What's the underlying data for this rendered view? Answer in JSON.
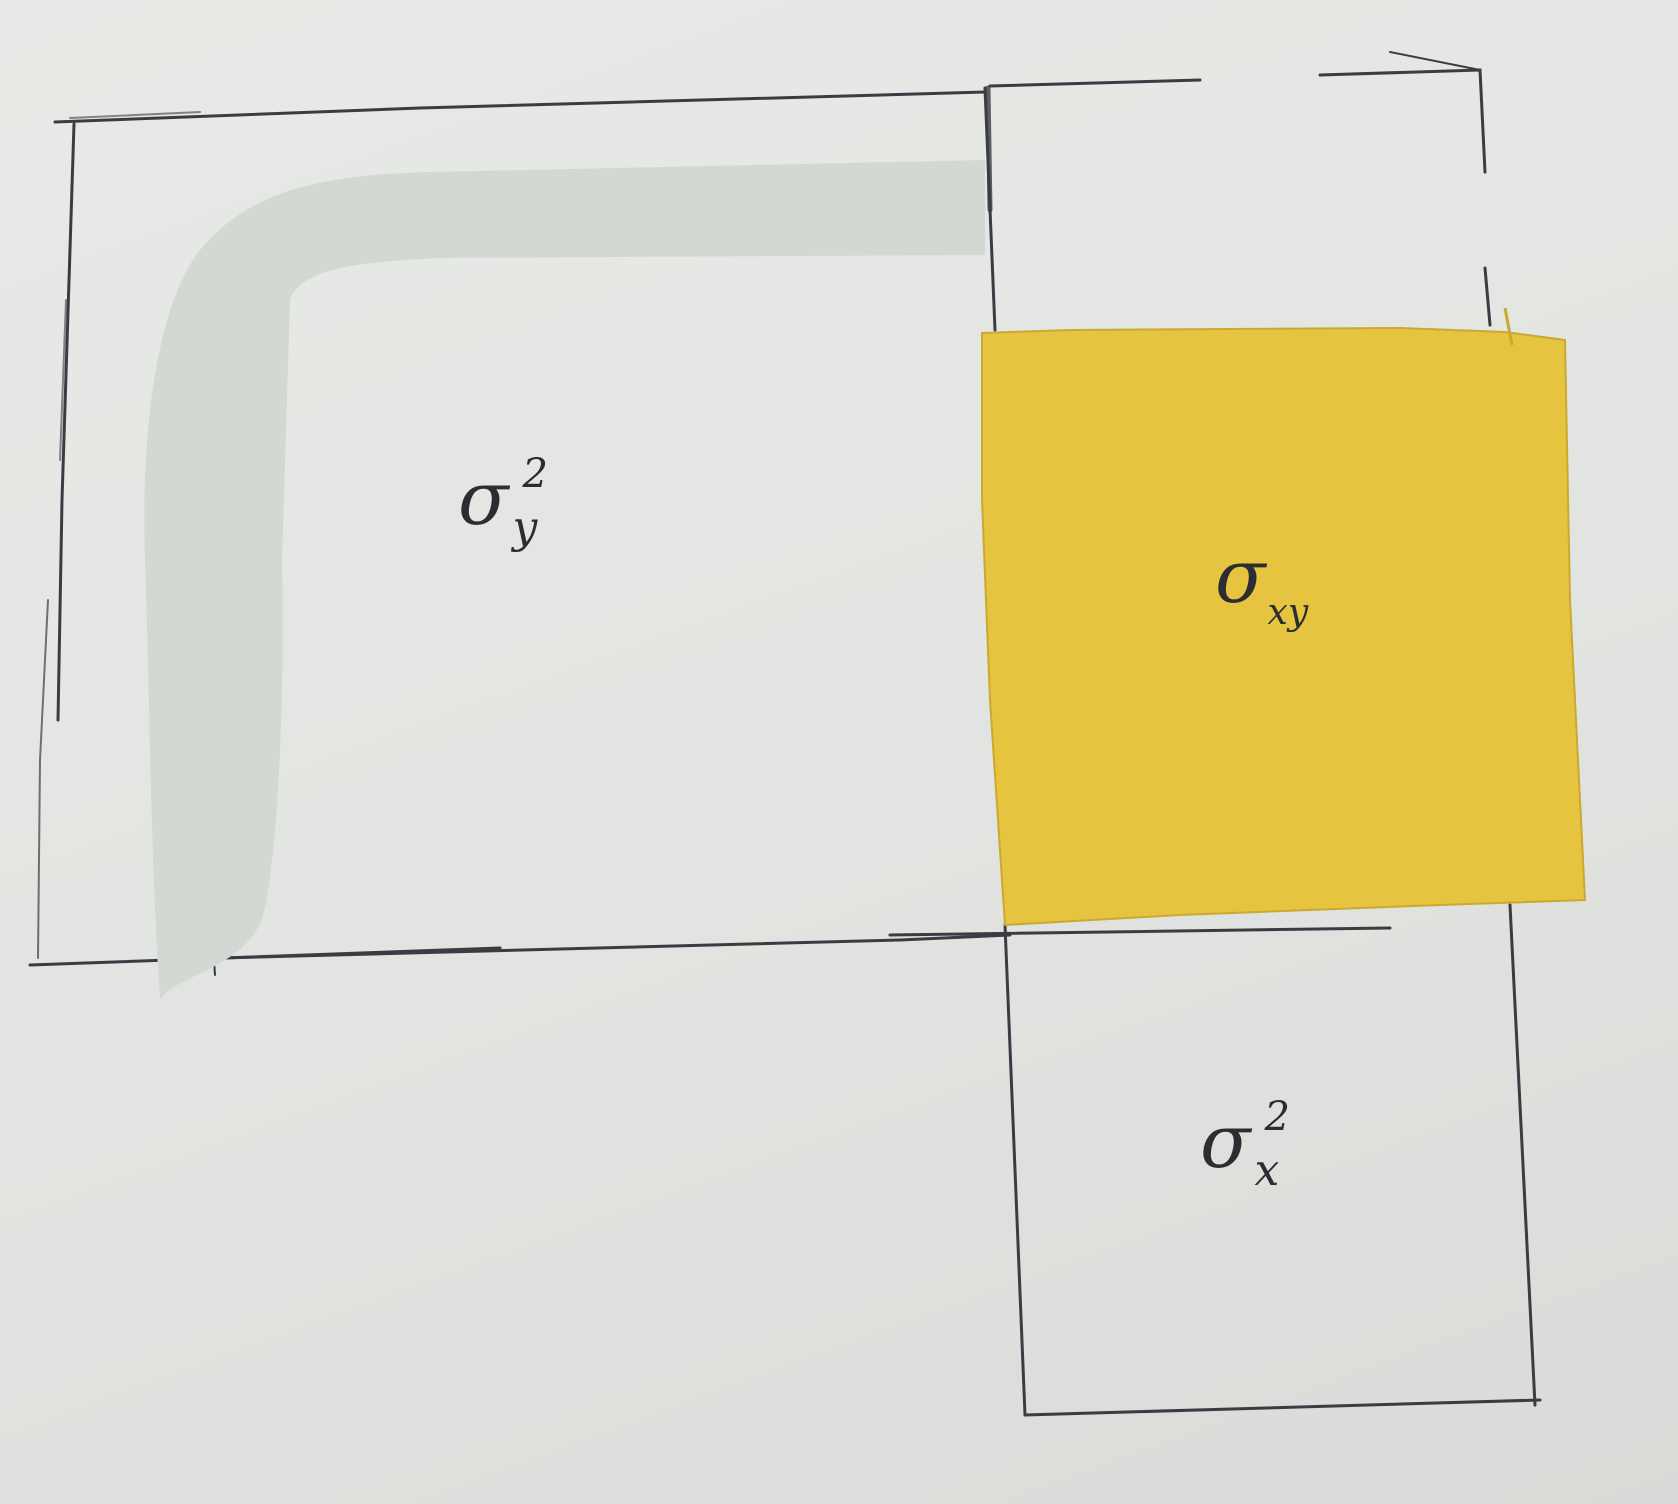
{
  "diagram": {
    "labels": {
      "sigma_y_squared": {
        "symbol": "σ",
        "subscript": "y",
        "superscript": "2"
      },
      "sigma_xy": {
        "symbol": "σ",
        "subscript": "xy"
      },
      "sigma_x_squared": {
        "symbol": "σ",
        "subscript": "x",
        "superscript": "2"
      }
    },
    "colors": {
      "paper": "#e4e6e3",
      "pencil": "#3b3c43",
      "sticky_note": "#e6c43f",
      "eraser_mark": "#d4d8d3"
    }
  }
}
